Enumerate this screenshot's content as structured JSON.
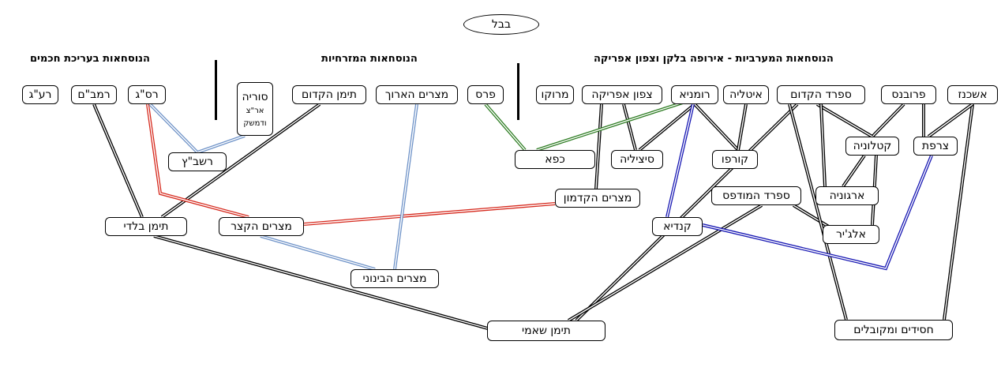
{
  "top_node": "בבל",
  "headers": {
    "rabbis": "הנוסחאות בעריכת חכמים",
    "eastern": "הנוסחאות המזרחיות",
    "western": "הנוסחאות המערביות - אירופה בלקן וצפון אפריקה"
  },
  "nodes": {
    "raag": "רע\"ג",
    "rambam": "רמב\"ם",
    "rasag": "רס\"ג",
    "suria1": "סוריה",
    "suria2": "אר\"צ",
    "suria3": "ודמשק",
    "teiman_kadum": "תימן הקדום",
    "mitzrayim_aroch": "מצרים הארוך",
    "paras": "פרס",
    "maroko": "מרוקו",
    "tzafon_afrika": "צפון אפריקה",
    "romania": "רומניא",
    "italia": "איטליה",
    "sfarad_kadum": "ספרד הקדום",
    "provans": "פרובנס",
    "ashkenaz": "אשכנז",
    "rashbatz": "רשב\"ץ",
    "kafa": "כפא",
    "sitzilia": "סיציליה",
    "korfu": "קורפו",
    "katalonia": "קטלוניה",
    "tzarfat": "צרפת",
    "mitzrayim_kadmon": "מצרים הקדמון",
    "sfarad_mudpas": "ספרד המודפס",
    "argonia": "ארגוניה",
    "teiman_baladi": "תימן בלדי",
    "mitzrayim_katzar": "מצרים הקצר",
    "kandia": "קנדיא",
    "algir": "אלג'יר",
    "mitzrayim_beinoni": "מצרים הבינוני",
    "teiman_shami": "תימן שאמי",
    "hasidim": "חסידים ומקובלים"
  },
  "colors": {
    "black": "#000000",
    "red": "#d62a1e",
    "blue": "#1a1ab4",
    "light_blue": "#6f93c8",
    "green": "#2e7d23"
  },
  "edges": [
    {
      "from": "rambam",
      "to": "teiman_baladi",
      "color": "black"
    },
    {
      "from": "teiman_kadum",
      "to": "teiman_baladi",
      "color": "black"
    },
    {
      "from": "teiman_baladi",
      "to": "teiman_shami",
      "color": "black"
    },
    {
      "from": "sfarad_kadum",
      "to": "teiman_shami",
      "color": "black"
    },
    {
      "from": "sfarad_mudpas",
      "to": "teiman_shami",
      "color": "black"
    },
    {
      "from": "sfarad_mudpas",
      "to": "algir",
      "color": "black"
    },
    {
      "from": "sfarad_kadum",
      "to": "hasidim",
      "color": "black"
    },
    {
      "from": "ashkenaz",
      "to": "hasidim",
      "color": "black"
    },
    {
      "from": "ashkenaz",
      "to": "tzarfat",
      "color": "black"
    },
    {
      "from": "provans",
      "to": "tzarfat",
      "color": "black"
    },
    {
      "from": "provans",
      "to": "katalonia",
      "color": "black"
    },
    {
      "from": "sfarad_kadum",
      "to": "katalonia",
      "color": "black"
    },
    {
      "from": "sfarad_kadum",
      "to": "argonia",
      "color": "black"
    },
    {
      "from": "katalonia",
      "to": "argonia",
      "color": "black"
    },
    {
      "from": "katalonia",
      "to": "algir",
      "color": "black"
    },
    {
      "from": "tzafon_afrika",
      "to": "mitzrayim_kadmon",
      "color": "black"
    },
    {
      "from": "tzafon_afrika",
      "to": "sitzilia",
      "color": "black"
    },
    {
      "from": "romania",
      "to": "sitzilia",
      "color": "black"
    },
    {
      "from": "romania",
      "to": "korfu",
      "color": "black"
    },
    {
      "from": "italia",
      "to": "korfu",
      "color": "black"
    },
    {
      "from": "rasag",
      "to": "mitzrayim_katzar",
      "color": "red"
    },
    {
      "from": "mitzrayim_kadmon",
      "to": "mitzrayim_katzar",
      "color": "red"
    },
    {
      "from": "rasag",
      "to": "rashbatz",
      "color": "light_blue"
    },
    {
      "from": "suria",
      "to": "rashbatz",
      "color": "light_blue"
    },
    {
      "from": "mitzrayim_aroch",
      "to": "mitzrayim_beinoni",
      "color": "light_blue"
    },
    {
      "from": "mitzrayim_katzar",
      "to": "mitzrayim_beinoni",
      "color": "light_blue"
    },
    {
      "from": "romania",
      "to": "kandia",
      "color": "blue"
    },
    {
      "from": "kandia",
      "to": "tzarfat",
      "color": "blue"
    },
    {
      "from": "paras",
      "to": "kafa",
      "color": "green"
    },
    {
      "from": "romania",
      "to": "kafa",
      "color": "green"
    }
  ]
}
